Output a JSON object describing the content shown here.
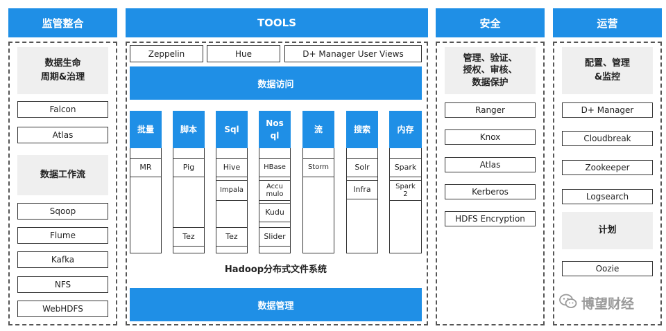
{
  "panels": {
    "monitor": {
      "title": "监管整合",
      "lifecycle": "数据生命\n周期&治理",
      "items_a": [
        "Falcon",
        "Atlas"
      ],
      "workflow": "数据工作流",
      "items_b": [
        "Sqoop",
        "Flume",
        "Kafka",
        "NFS",
        "WebHDFS"
      ]
    },
    "tools": {
      "title": "TOOLS",
      "top_items": [
        "Zeppelin",
        "Hue",
        "D+ Manager User Views"
      ],
      "data_access": "数据访问",
      "columns": [
        {
          "header": "批量",
          "cells": [
            "MR"
          ],
          "bottom": ""
        },
        {
          "header": "脚本",
          "cells": [
            "Pig"
          ],
          "bottom": "Tez"
        },
        {
          "header": "Sql",
          "cells": [
            "Hive",
            "Impala"
          ],
          "bottom": "Tez"
        },
        {
          "header": "Nos\nql",
          "cells": [
            "HBase",
            "Accu\nmulo",
            "Kudu"
          ],
          "bottom": "Slider"
        },
        {
          "header": "流",
          "cells": [
            "Storm"
          ],
          "bottom": ""
        },
        {
          "header": "搜索",
          "cells": [
            "Solr",
            "Infra"
          ],
          "bottom": ""
        },
        {
          "header": "内存",
          "cells": [
            "Spark",
            "Spark\n2"
          ],
          "bottom": ""
        }
      ],
      "hadoop": "Hadoop分布式文件系统",
      "data_mgmt": "数据管理"
    },
    "security": {
      "title": "安全",
      "heading": "管理、验证、\n授权、审核、\n数据保护",
      "items": [
        "Ranger",
        "Knox",
        "Atlas",
        "Kerberos",
        "HDFS Encryption"
      ]
    },
    "ops": {
      "title": "运营",
      "heading": "配置、管理\n&监控",
      "items": [
        "D+ Manager",
        "Cloudbreak",
        "Zookeeper",
        "Logsearch"
      ],
      "plan": "计划",
      "plan_items": [
        "Oozie"
      ]
    }
  },
  "watermark": {
    "icon": "wechat-icon",
    "text": "博望财经"
  }
}
